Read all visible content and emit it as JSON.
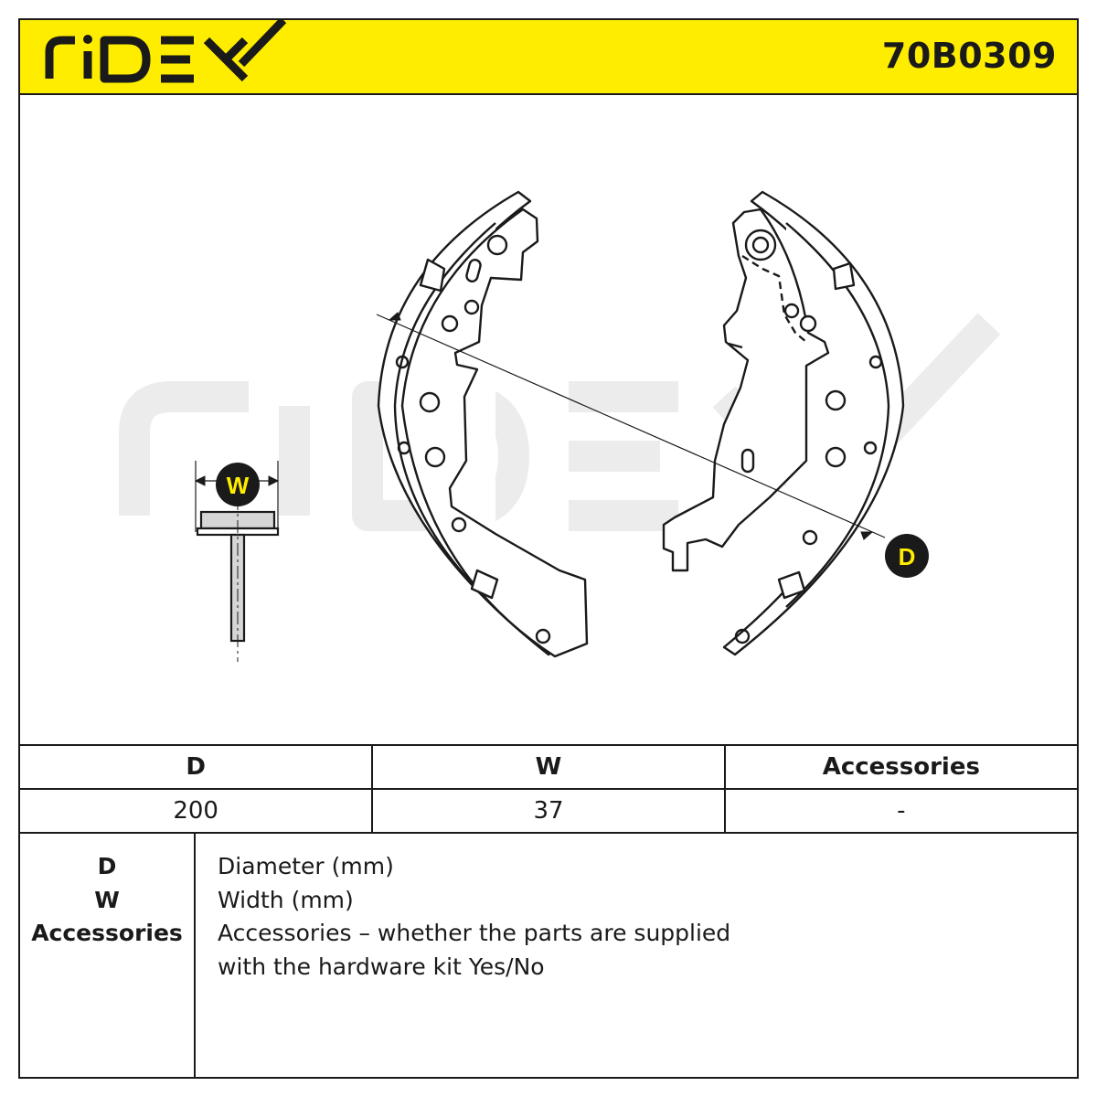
{
  "brand": {
    "logo_text": "RIDEX",
    "part_number": "70B0309"
  },
  "colors": {
    "accent": "#ffed00",
    "ink": "#1a1a1a",
    "watermark": "#ececec"
  },
  "drawing": {
    "label_w": "W",
    "label_d": "D",
    "watermark_text": "RIDEX"
  },
  "spec_table": {
    "headers": [
      "D",
      "W",
      "Accessories"
    ],
    "values": [
      "200",
      "37",
      "-"
    ]
  },
  "legend": {
    "keys": [
      "D",
      "W",
      "Accessories"
    ],
    "lines": [
      "Diameter (mm)",
      "Width (mm)",
      "Accessories – whether the parts are supplied",
      "with the hardware kit Yes/No"
    ]
  }
}
